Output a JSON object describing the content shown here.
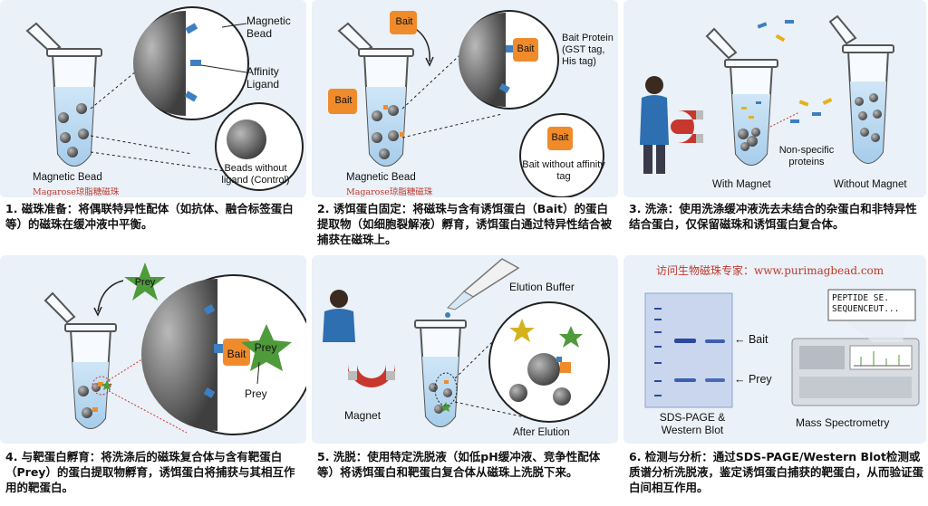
{
  "colors": {
    "panel_bg": "#eaf1f8",
    "bead": "#6f6f6f",
    "ligand": "#3d7fc0",
    "bait": "#f08b2c",
    "prey": "#4f9a3a",
    "magnet_red": "#c8372d",
    "gel_bg": "#c9d6ee",
    "band": "#2b4a9e",
    "brand_red": "#c0392b"
  },
  "icons": [
    "magnetic-bead",
    "tube",
    "magnet",
    "person",
    "star",
    "pipette",
    "mass-spectrometer",
    "gel"
  ],
  "panel1": {
    "callouts": {
      "magnetic_bead": "Magnetic Bead",
      "affinity_ligand": "Affinity Ligand",
      "control": "Beads without ligand (Control)"
    },
    "tube_label": "Magnetic Bead",
    "tube_label_cn": "Magarose琼脂糖磁珠",
    "caption": "1. 磁珠准备：将偶联特异性配体（如抗体、融合标签蛋白等）的磁珠在缓冲液中平衡。"
  },
  "panel2": {
    "bait_tag": "Bait",
    "callouts": {
      "bait_protein": "Bait Protein (GST tag, His tag)",
      "no_affinity": "Bait without affinity tag"
    },
    "tube_label": "Magnetic Bead",
    "tube_label_cn": "Magarose琼脂糖磁珠",
    "caption": "2. 诱饵蛋白固定：将磁珠与含有诱饵蛋白（Bait）的蛋白提取物（如细胞裂解液）孵育，诱饵蛋白通过特异性结合被捕获在磁珠上。"
  },
  "panel3": {
    "with_magnet": "With Magnet",
    "without_magnet": "Without Magnet",
    "nonspecific": "Non-specific proteins",
    "caption": "3. 洗涤：使用洗涤缓冲液洗去未结合的杂蛋白和非特异性结合蛋白，仅保留磁珠和诱饵蛋白复合体。"
  },
  "panel4": {
    "prey_star": "Prey",
    "bait": "Bait",
    "prey_inset": "Prey",
    "prey_callout": "Prey",
    "caption": "4. 与靶蛋白孵育：将洗涤后的磁珠复合体与含有靶蛋白（Prey）的蛋白提取物孵育，诱饵蛋白将捕获与其相互作用的靶蛋白。"
  },
  "panel5": {
    "elution_buffer": "Elution Buffer",
    "magnet": "Magnet",
    "after_elution": "After Elution",
    "caption": "5. 洗脱：使用特定洗脱液（如低pH缓冲液、竞争性配体等）将诱饵蛋白和靶蛋白复合体从磁珠上洗脱下来。"
  },
  "panel6": {
    "banner": "访问生物磁珠专家：www.purimagbead.com",
    "bait": "← Bait",
    "prey": "← Prey",
    "gel_label": "SDS-PAGE & Western Blot",
    "ms_label": "Mass Spectrometry",
    "screen_text": "PEPTIDE SE. SEQUENCEUT...",
    "caption": "6. 检测与分析：通过SDS-PAGE/Western Blot检测或质谱分析洗脱液，鉴定诱饵蛋白捕获的靶蛋白，从而验证蛋白间相互作用。"
  }
}
